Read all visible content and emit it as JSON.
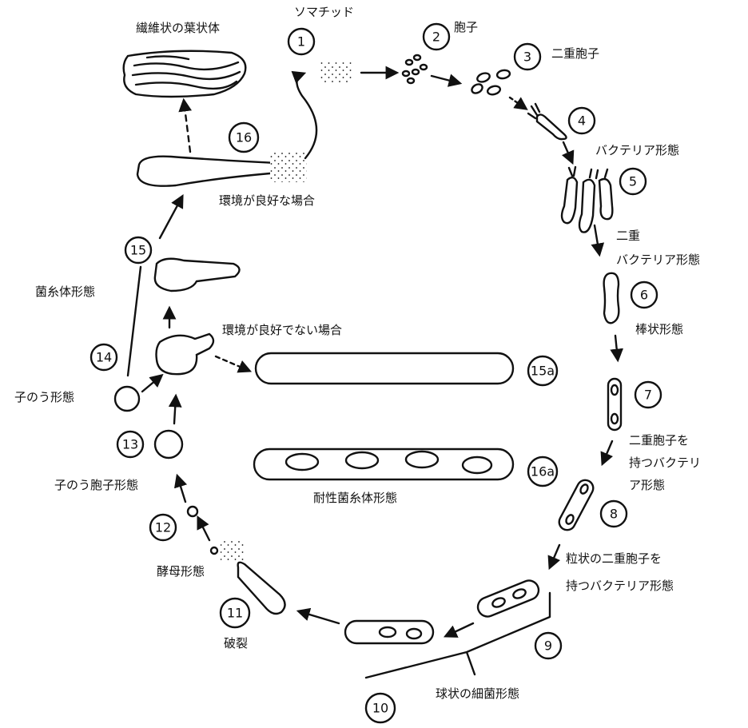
{
  "stages": [
    {
      "num": "1",
      "label": "ソマチッド"
    },
    {
      "num": "2",
      "label": "胞子"
    },
    {
      "num": "3",
      "label": "二重胞子"
    },
    {
      "num": "4",
      "label": ""
    },
    {
      "num": "5",
      "label": "バクテリア形態"
    },
    {
      "num": "6",
      "label": "棒状形態"
    },
    {
      "num": "7",
      "label": ""
    },
    {
      "num": "8",
      "label": ""
    },
    {
      "num": "9",
      "label": ""
    },
    {
      "num": "10",
      "label": "球状の細菌形態"
    },
    {
      "num": "11",
      "label": "破裂"
    },
    {
      "num": "12",
      "label": "酵母形態"
    },
    {
      "num": "13",
      "label": "子のう胞子形態"
    },
    {
      "num": "14",
      "label": "子のう形態"
    },
    {
      "num": "15",
      "label": "菌糸体形態"
    },
    {
      "num": "16",
      "label": "環境が良好な場合"
    },
    {
      "num": "15a",
      "label": "環境が良好でない場合"
    },
    {
      "num": "16a",
      "label": "耐性菌糸体形態"
    }
  ],
  "extra_labels": {
    "fibrous": "繊維状の葉状体",
    "double_bacteria_1": "二重",
    "double_bacteria_2": "バクテリア形態",
    "double_spore_bact_1": "二重胞子を",
    "double_spore_bact_2": "持つバクテリ",
    "double_spore_bact_3": "ア形態",
    "granular_1": "粒状の二重胞子を",
    "granular_2": "持つバクテリア形態"
  }
}
